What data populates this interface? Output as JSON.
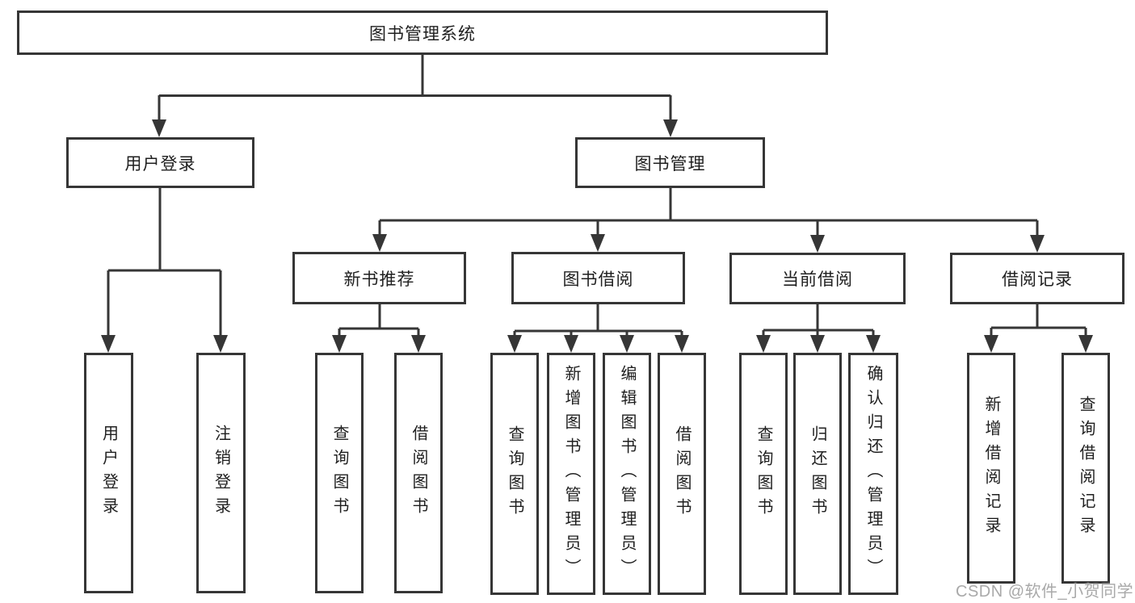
{
  "diagram": {
    "root": {
      "label": "图书管理系统"
    },
    "branches": [
      {
        "label": "用户登录",
        "children": [
          {
            "label": "用户登录"
          },
          {
            "label": "注销登录"
          }
        ]
      },
      {
        "label": "图书管理",
        "children": [
          {
            "label": "新书推荐",
            "children": [
              {
                "label": "查询图书"
              },
              {
                "label": "借阅图书"
              }
            ]
          },
          {
            "label": "图书借阅",
            "children": [
              {
                "label": "查询图书"
              },
              {
                "label": "新增图书（管理员）"
              },
              {
                "label": "编辑图书（管理员）"
              },
              {
                "label": "借阅图书"
              }
            ]
          },
          {
            "label": "当前借阅",
            "children": [
              {
                "label": "查询图书"
              },
              {
                "label": "归还图书"
              },
              {
                "label": "确认归还（管理员）"
              }
            ]
          },
          {
            "label": "借阅记录",
            "children": [
              {
                "label": "新增借阅记录"
              },
              {
                "label": "查询借阅记录"
              }
            ]
          }
        ]
      }
    ],
    "colors": {
      "line": "#363636",
      "text": "#1f1f1f",
      "box_background": "#ffffff",
      "watermark_text": "#a9a9a9",
      "page_background": "#ffffff"
    }
  },
  "watermark": {
    "text": "CSDN @软件_小贺同学"
  }
}
